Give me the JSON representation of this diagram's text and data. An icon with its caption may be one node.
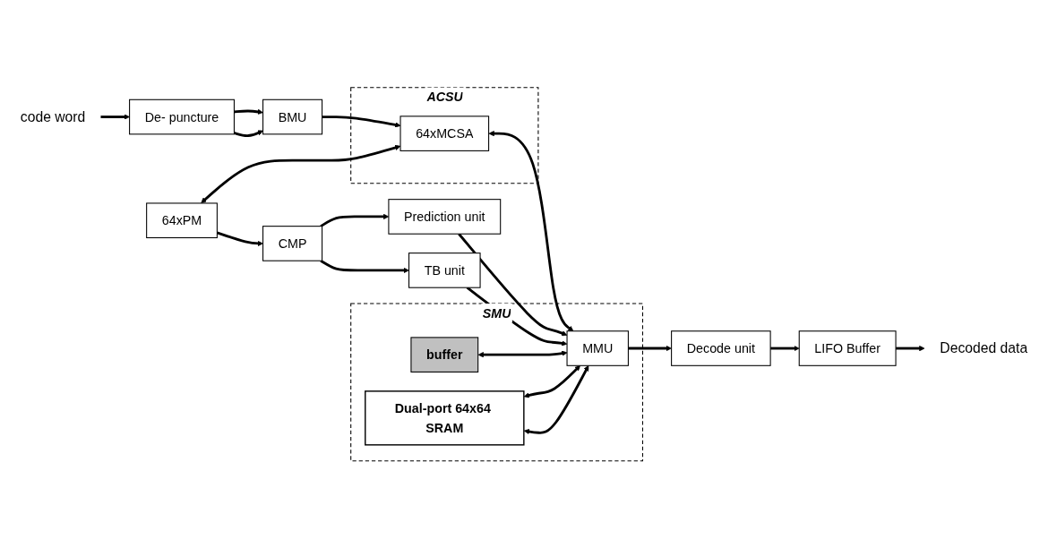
{
  "diagram": {
    "nodes": [
      {
        "text": [
          "code word"
        ]
      },
      {
        "text": [
          "De- puncture"
        ]
      },
      {
        "text": [
          "BMU"
        ]
      },
      {
        "text": [
          "64xPM"
        ]
      },
      {
        "text": [
          "CMP"
        ]
      },
      {
        "text": [
          "ACSU"
        ]
      },
      {
        "text": [
          "64xMCSA"
        ],
        "in": 5
      },
      {
        "text": [
          "Prediction unit"
        ]
      },
      {
        "text": [
          "TB unit"
        ]
      },
      {
        "text": [
          "SMU"
        ]
      },
      {
        "text": [
          "buffer"
        ],
        "in": 9
      },
      {
        "text": [
          "Dual-port 64x64 SRAM"
        ],
        "in": 9
      },
      {
        "text": [
          "MMU"
        ],
        "in": 9
      },
      {
        "text": [
          "Decode unit"
        ]
      },
      {
        "text": [
          "LIFO Buffer"
        ]
      },
      {
        "text": [
          "Decoded data"
        ]
      }
    ],
    "edges": [
      {
        "from": 0,
        "to": 1,
        "arrow": "to"
      },
      {
        "from": 1,
        "to": 2,
        "arrow": "to"
      },
      {
        "from": 1,
        "to": 2,
        "arrow": "to"
      },
      {
        "from": 2,
        "to": 6,
        "arrow": "to"
      },
      {
        "from": 3,
        "to": 6,
        "arrow": "both"
      },
      {
        "from": 3,
        "to": 4,
        "arrow": "to"
      },
      {
        "from": 4,
        "to": 7,
        "arrow": "to"
      },
      {
        "from": 4,
        "to": 8,
        "arrow": "to"
      },
      {
        "from": 6,
        "to": 12,
        "arrow": "both"
      },
      {
        "from": 7,
        "to": 12,
        "arrow": "to"
      },
      {
        "from": 8,
        "to": 12,
        "arrow": "to"
      },
      {
        "from": 10,
        "to": 12,
        "arrow": "both"
      },
      {
        "from": 11,
        "to": 12,
        "arrow": "both"
      },
      {
        "from": 11,
        "to": 12,
        "arrow": "both"
      },
      {
        "from": 12,
        "to": 13,
        "arrow": "to"
      },
      {
        "from": 13,
        "to": 14,
        "arrow": "to"
      },
      {
        "from": 14,
        "to": 15,
        "arrow": "to"
      }
    ]
  }
}
